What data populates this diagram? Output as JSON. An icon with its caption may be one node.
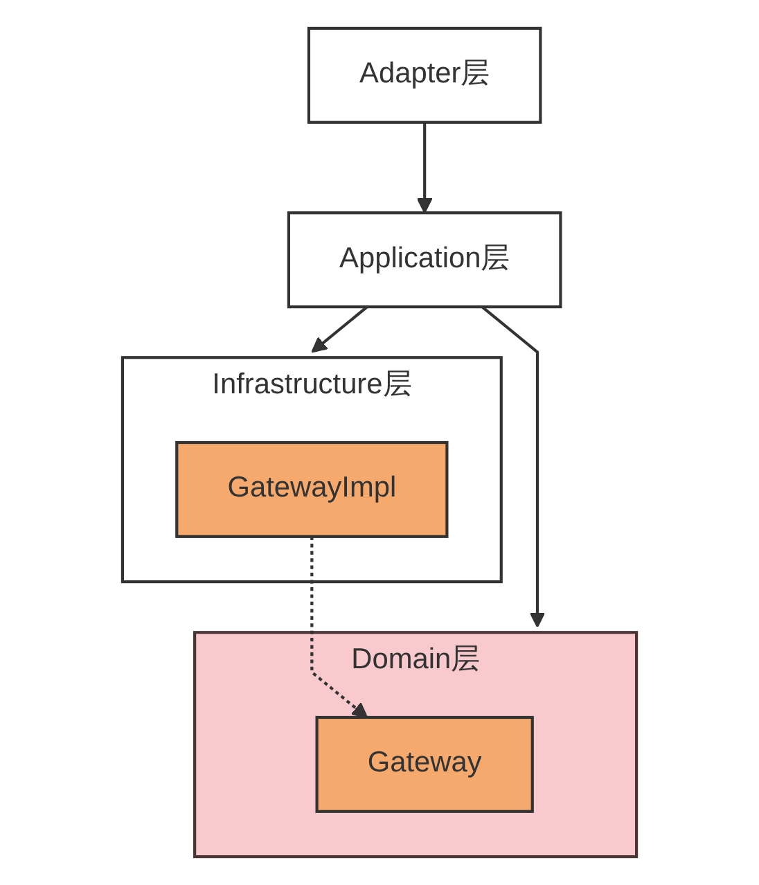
{
  "diagram": {
    "nodes": [
      {
        "text": [
          "Adapter层"
        ]
      },
      {
        "text": [
          "Application层"
        ]
      },
      {
        "text": [
          "Domain层"
        ]
      },
      {
        "text": [
          "Gateway"
        ],
        "in": 2
      },
      {
        "text": [
          "Infrastructure层"
        ]
      },
      {
        "text": [
          "GatewayImpl"
        ],
        "in": 4
      }
    ],
    "edges": [
      {
        "from": 0,
        "to": 1,
        "arrow": "to"
      },
      {
        "from": 1,
        "to": 2,
        "arrow": "to"
      },
      {
        "from": 1,
        "to": 4,
        "arrow": "to"
      },
      {
        "from": 5,
        "to": 3,
        "arrow": "to",
        "style": "dashed"
      }
    ]
  }
}
